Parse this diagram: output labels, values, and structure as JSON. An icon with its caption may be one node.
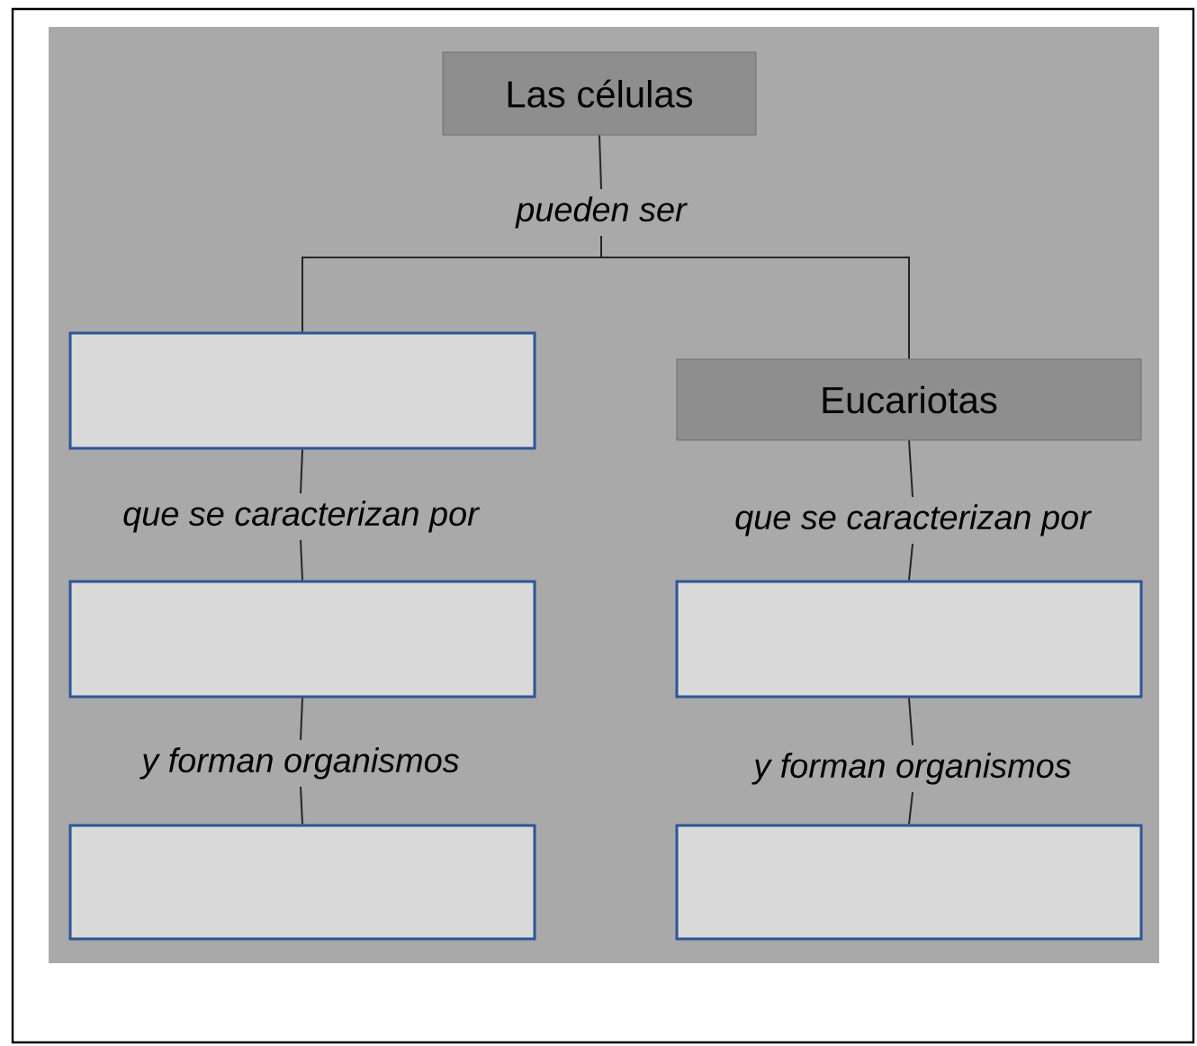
{
  "diagram": {
    "nodes": [
      {
        "text": [
          "Las células"
        ]
      },
      {
        "text": [
          "pueden ser"
        ]
      },
      {
        "text": [],
        "shape": "box"
      },
      {
        "text": [
          "Eucariotas"
        ]
      },
      {
        "text": [
          "que se caracterizan por"
        ]
      },
      {
        "text": [
          "que se caracterizan por"
        ]
      },
      {
        "text": [],
        "shape": "box"
      },
      {
        "text": [],
        "shape": "box"
      },
      {
        "text": [
          "y forman organismos"
        ]
      },
      {
        "text": [
          "y forman organismos"
        ]
      },
      {
        "text": [],
        "shape": "box"
      },
      {
        "text": [],
        "shape": "box"
      }
    ],
    "edges": [
      {
        "from": 0,
        "to": 1,
        "arrow": "none"
      },
      {
        "from": 1,
        "to": 2,
        "arrow": "none"
      },
      {
        "from": 1,
        "to": 3,
        "arrow": "none"
      },
      {
        "from": 2,
        "to": 4,
        "arrow": "none"
      },
      {
        "from": 4,
        "to": 6,
        "arrow": "none"
      },
      {
        "from": 6,
        "to": 8,
        "arrow": "none"
      },
      {
        "from": 8,
        "to": 10,
        "arrow": "none"
      },
      {
        "from": 3,
        "to": 5,
        "arrow": "none"
      },
      {
        "from": 5,
        "to": 7,
        "arrow": "none"
      },
      {
        "from": 7,
        "to": 9,
        "arrow": "none"
      },
      {
        "from": 9,
        "to": 11,
        "arrow": "none"
      }
    ]
  }
}
